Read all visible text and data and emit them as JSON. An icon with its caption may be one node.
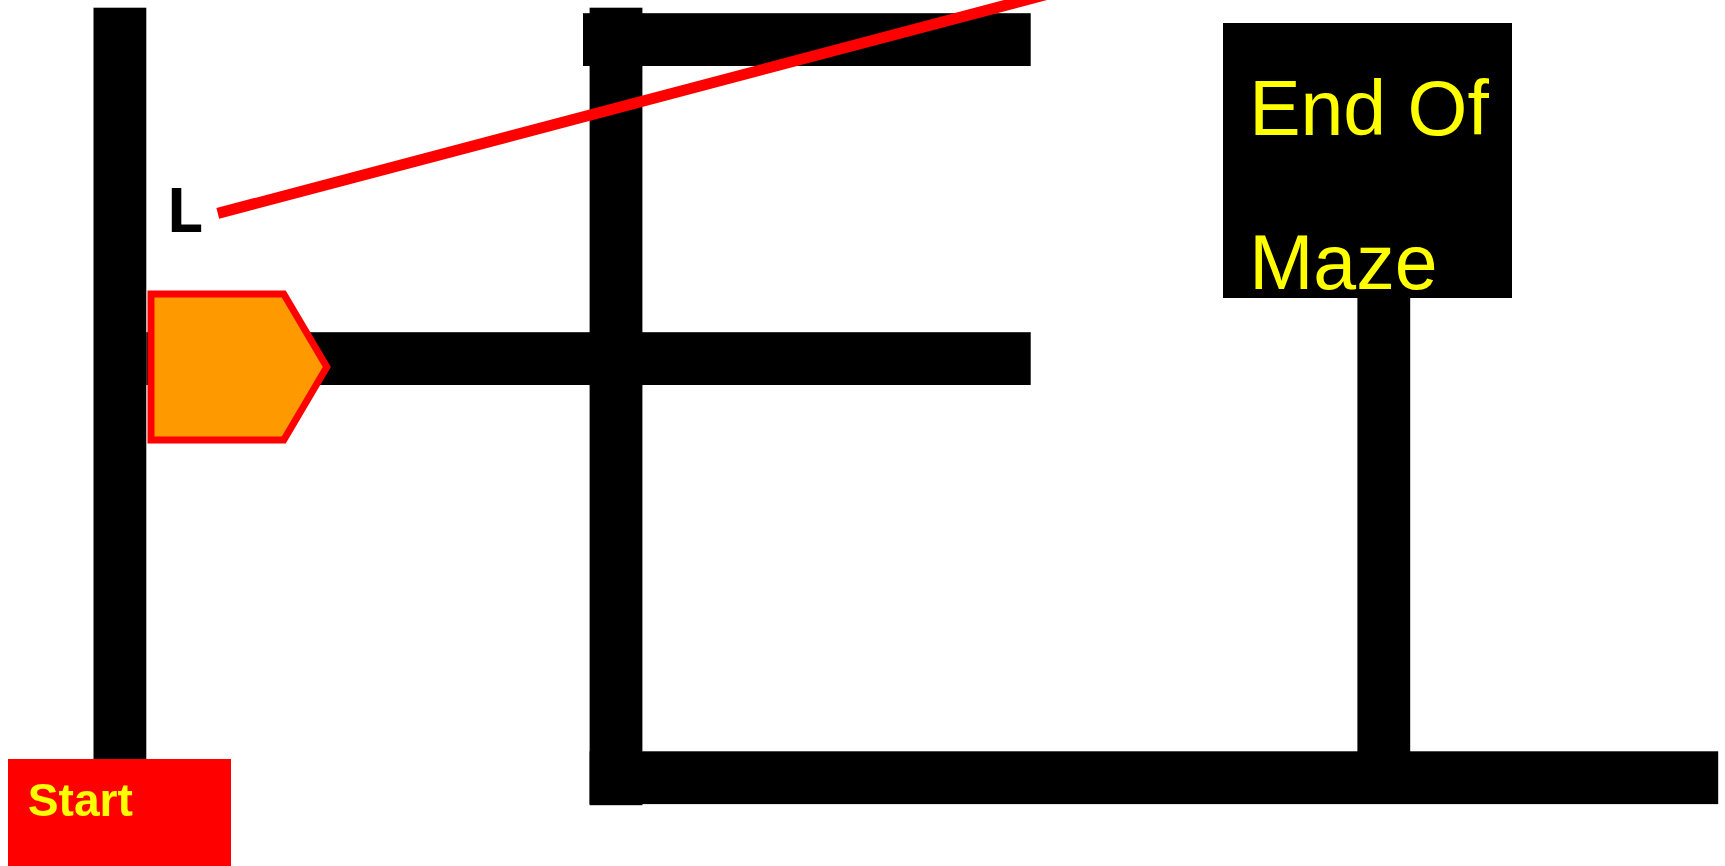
{
  "diagram": {
    "nodes": [
      {
        "text": [
          "End Of Maze"
        ]
      },
      {
        "text": [],
        "shape": "pentagon"
      },
      {
        "text": [
          "Start"
        ]
      }
    ],
    "labels": [
      "L"
    ]
  }
}
